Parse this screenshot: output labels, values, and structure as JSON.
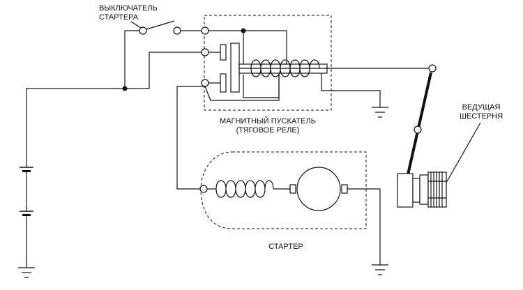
{
  "labels": {
    "starter_switch_line1": "ВЫКЛЮЧАТЕЛЬ",
    "starter_switch_line2": "СТАРТЕРА",
    "solenoid_line1": "МАГНИТНЫЙ ПУСКАТЕЛЬ",
    "solenoid_line2": "(ТЯГОВОЕ РЕЛЕ)",
    "starter": "СТАРТЕР",
    "drive_gear_line1": "ВЕДУЩАЯ",
    "drive_gear_line2": "ШЕСТЕРНЯ"
  }
}
